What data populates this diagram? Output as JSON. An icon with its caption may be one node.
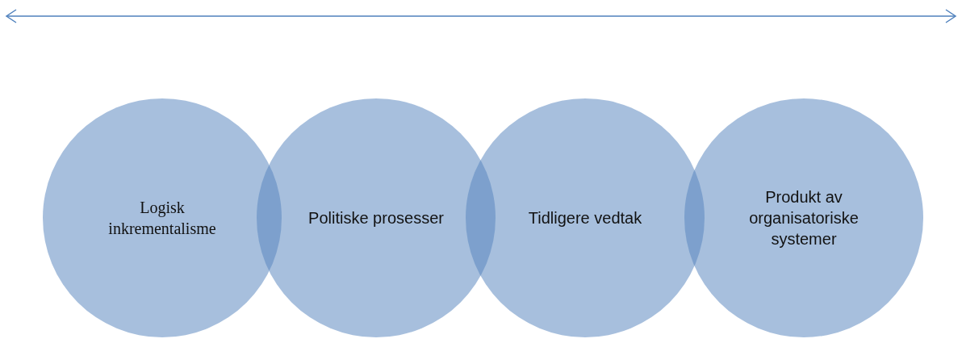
{
  "diagram": {
    "nodes": [
      {
        "text": [
          "Logisk inkrementalisme"
        ]
      },
      {
        "text": [
          "Politiske prosesser"
        ]
      },
      {
        "text": [
          "Tidligere vedtak"
        ]
      },
      {
        "text": [
          "Produkt av organisatoriske systemer"
        ]
      }
    ]
  }
}
